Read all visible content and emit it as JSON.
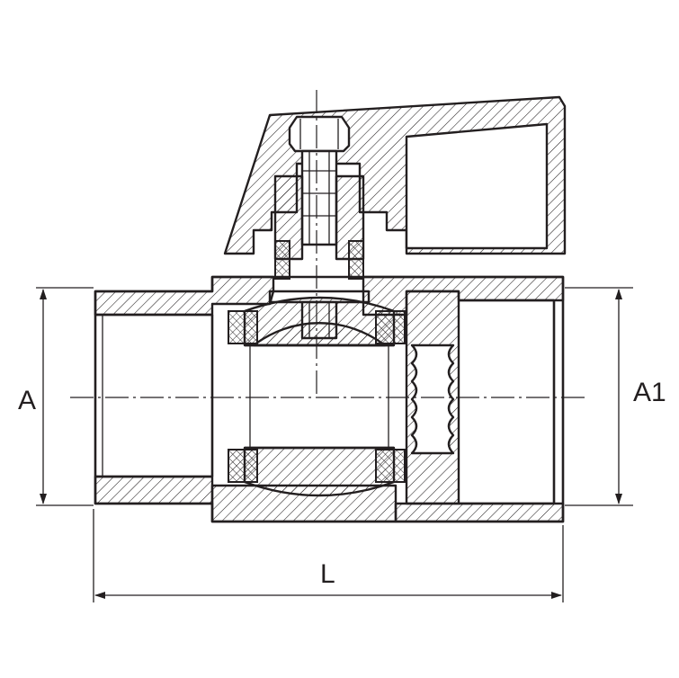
{
  "drawing": {
    "dimension_labels": {
      "left_diameter": "A",
      "right_diameter": "A1",
      "length": "L"
    },
    "line_color": "#231f20",
    "background": "#ffffff"
  }
}
